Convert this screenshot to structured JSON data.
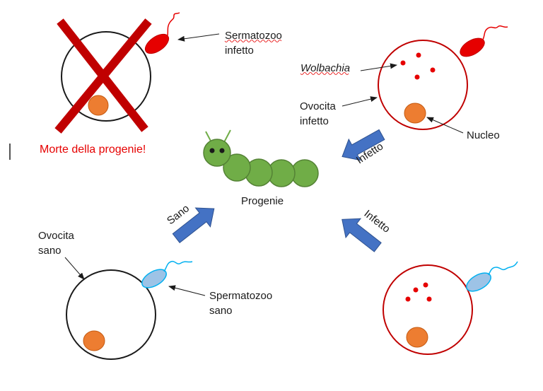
{
  "labels": {
    "infected_sperm": [
      "Sermatozoo",
      "infetto"
    ],
    "death": "Morte della progenie!",
    "wolbachia": "Wolbachia",
    "infected_egg": [
      "Ovocita",
      "infetto"
    ],
    "nucleus": "Nucleo",
    "progeny": "Progenie",
    "healthy_egg": [
      "Ovocita",
      "sano"
    ],
    "healthy_sperm": [
      "Spermatozoo",
      "sano"
    ]
  },
  "arrows": {
    "healthy": "Sano",
    "infected_top": "Infetto",
    "infected_bottom": "Infetto"
  },
  "colors": {
    "infected_red": "#e60000",
    "infected_cell": "#c00000",
    "cross": "#c00000",
    "healthy_blue": "#9dc3e6",
    "healthy_outline": "#00b0f0",
    "nucleus": "#ed7d31",
    "caterpillar": "#70ad47",
    "arrow_blue": "#4472c4",
    "death_text": "#e60000"
  }
}
